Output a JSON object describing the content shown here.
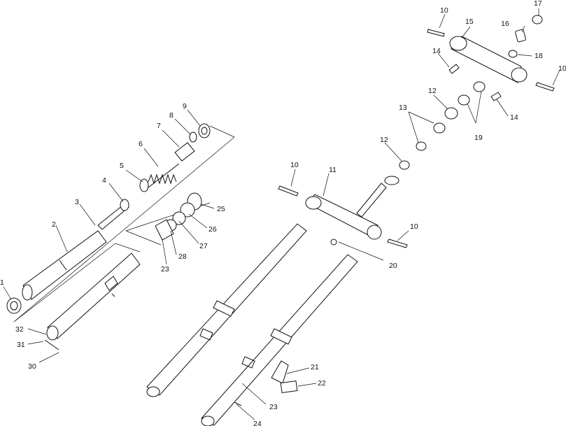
{
  "diagram": {
    "callouts": {
      "c1": "1",
      "c2": "2",
      "c3": "3",
      "c4": "4",
      "c5": "5",
      "c6": "6",
      "c7": "7",
      "c8": "8",
      "c9": "9",
      "c10a": "10",
      "c10b": "10",
      "c10c": "10",
      "c10d": "10",
      "c11": "11",
      "c12a": "12",
      "c12b": "12",
      "c13": "13",
      "c14a": "14",
      "c14b": "14",
      "c15": "15",
      "c16": "16",
      "c17": "17",
      "c18": "18",
      "c19": "19",
      "c20": "20",
      "c21": "21",
      "c22": "22",
      "c23a": "23",
      "c23b": "23",
      "c24": "24",
      "c25": "25",
      "c26": "26",
      "c27": "27",
      "c28": "28",
      "c30": "30",
      "c31": "31",
      "c32": "32"
    }
  }
}
